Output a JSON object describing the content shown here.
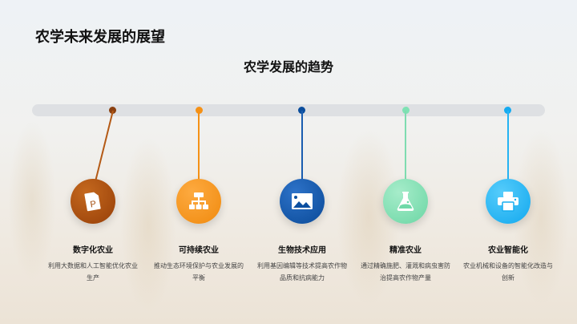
{
  "slide": {
    "title": "农学未来发展的展望",
    "subtitle": "农学发展的趋势"
  },
  "timeline": {
    "items": [
      {
        "title": "数字化农业",
        "description": "利用大数据和人工智能优化农业生产",
        "icon": "file-p-icon",
        "color": "#a34c0c",
        "color_light": "#c86a1e"
      },
      {
        "title": "可持续农业",
        "description": "推动生态环境保护与农业发展的平衡",
        "icon": "hierarchy-icon",
        "color": "#f28c12",
        "color_light": "#fba43a"
      },
      {
        "title": "生物技术应用",
        "description": "利用基因编辑等技术提高农作物品质和抗病能力",
        "icon": "image-icon",
        "color": "#0b4fa0",
        "color_light": "#2a6fc4"
      },
      {
        "title": "精准农业",
        "description": "通过精确施肥、灌溉和病虫害防治提高农作物产量",
        "icon": "flask-icon",
        "color": "#6fd9a8",
        "color_light": "#9ee8c4"
      },
      {
        "title": "农业智能化",
        "description": "农业机械和设备的智能化改造与创新",
        "icon": "printer-icon",
        "color": "#17aef0",
        "color_light": "#4cc6fa"
      }
    ]
  }
}
